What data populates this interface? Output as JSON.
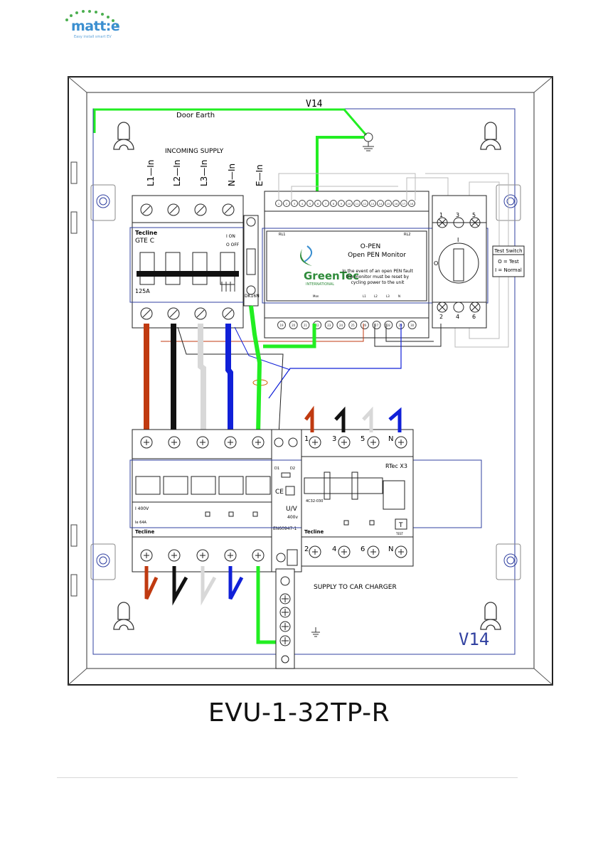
{
  "logo": {
    "text": "matt:e",
    "tagline": "Easy install smart EV",
    "icon": "matt-e-logo"
  },
  "diagram": {
    "version_top": "V14",
    "version_bottom": "V14",
    "door_earth": "Door Earth",
    "incoming_supply": "INCOMING SUPPLY",
    "incoming_labels": [
      "L1—In",
      "L2—In",
      "L3—In",
      "N—In",
      "E—In"
    ],
    "isolator": {
      "brand": "Tecline",
      "model": "GTE C",
      "on": "I ON",
      "off": "O OFF",
      "rating": "125A"
    },
    "rail_block": "DK16N",
    "monitor": {
      "title": "O-PEN",
      "subtitle": "Open PEN Monitor",
      "brand": "GreenTec",
      "brand_sub": "INTERNATIONAL",
      "note_lines": [
        "In the event of an open PEN fault",
        "the monitor must be reset by",
        "cycling power to the unit"
      ],
      "rl1": "RL1",
      "rl2": "RL2",
      "bottom_labels": [
        "Mon",
        "L1",
        "L2",
        "L3",
        "N"
      ],
      "top_terminals": [
        "1",
        "2",
        "3",
        "4",
        "5",
        "6",
        "7",
        "8",
        "9",
        "10",
        "11",
        "12",
        "13",
        "14",
        "15",
        "16",
        "17",
        "18"
      ],
      "bottom_terminals": [
        "19",
        "20",
        "21",
        "22",
        "23",
        "24",
        "25",
        "26",
        "27",
        "28",
        "29",
        "30"
      ]
    },
    "test_switch": {
      "title": "Test Switch",
      "line1": "O = Test",
      "line2": "I = Normal",
      "pos_on": "I",
      "pos_off": "O",
      "top_terms": [
        "1",
        "3",
        "5"
      ],
      "bottom_terms": [
        "2",
        "4",
        "6"
      ]
    },
    "contactor": {
      "label_400": "I 400V",
      "rating": "Ie 64A",
      "brand": "Tecline",
      "d1": "D1",
      "d2": "D2",
      "uv": "U/V",
      "uv_volt": "400v",
      "standard": "EN60947-1"
    },
    "rcbo": {
      "model": "RTec X3",
      "code": "4C32-030",
      "brand": "Tecline",
      "test": "TEST",
      "t": "T",
      "top_terms": [
        "1",
        "3",
        "5",
        "N"
      ],
      "bottom_terms": [
        "2",
        "4",
        "6",
        "N"
      ]
    },
    "supply_label": "SUPPLY TO CAR CHARGER"
  },
  "caption": "EVU-1-32TP-R",
  "colors": {
    "l1": "#c03a10",
    "l2": "#111111",
    "l3": "#d8d8d8",
    "n": "#1020d8",
    "e": "#22ee22",
    "frame": "#3040a0",
    "brand": "#3b8fd0"
  }
}
